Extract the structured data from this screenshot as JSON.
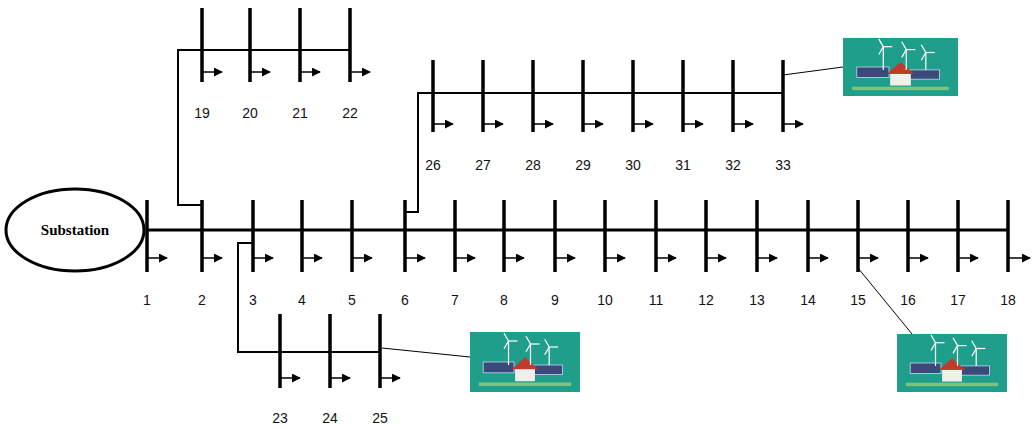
{
  "diagram": {
    "nodes": [
      {
        "text": [
          "Substation"
        ]
      }
    ],
    "labels": [
      "1",
      "2",
      "3",
      "4",
      "5",
      "6",
      "7",
      "8",
      "9",
      "10",
      "11",
      "12",
      "13",
      "14",
      "15",
      "16",
      "17",
      "18",
      "19",
      "20",
      "21",
      "22",
      "23",
      "24",
      "25",
      "26",
      "27",
      "28",
      "29",
      "30",
      "31",
      "32",
      "33"
    ]
  }
}
